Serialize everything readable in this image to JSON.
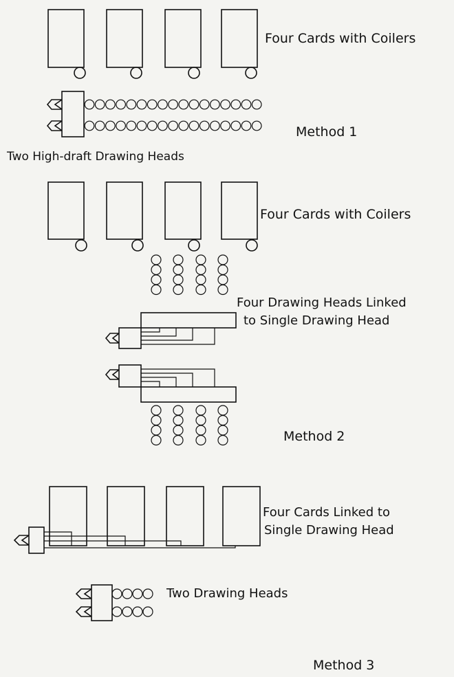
{
  "background_color": "#f4f4f1",
  "ink_color": "#111111",
  "method1": {
    "cards_label": "Four Cards with Coilers",
    "method_label": "Method 1",
    "heads_label": "Two High-draft Drawing Heads"
  },
  "method2": {
    "cards_label": "Four Cards with Coilers",
    "linked_label_line1": "Four Drawing Heads Linked",
    "linked_label_line2": "to Single Drawing Head",
    "method_label": "Method 2"
  },
  "method3": {
    "cards_label_line1": "Four Cards Linked to",
    "cards_label_line2": "Single Drawing Head",
    "heads_label": "Two Drawing Heads",
    "method_label": "Method 3"
  }
}
